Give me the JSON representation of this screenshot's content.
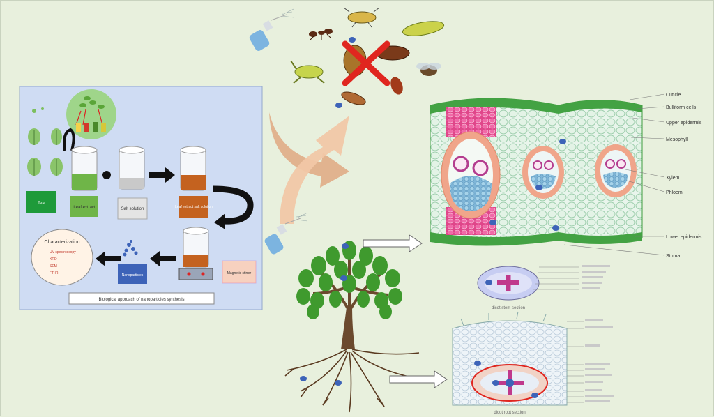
{
  "panel": {
    "step_tea": "Tea",
    "step_leaf_extract": "Leaf extract",
    "step_salt_solution": "Salt solution",
    "step_leaf_extract_salt": "Leaf extract salt solution",
    "step_magnetic_stirrer": "Magnetic stirrer",
    "step_nanoparticles": "Nanoparticles",
    "characterization_title": "Characterization",
    "characterization_items": [
      "UV spectroscopy",
      "XRD",
      "SEM",
      "FT-IR"
    ],
    "caption": "Biological approach of nanoparticles synthesis"
  },
  "leaf_labels": [
    "Cuticle",
    "Bulliform cells",
    "Upper epidermis",
    "Mesophyll",
    "Xylem",
    "Phloem",
    "Lower epidermis",
    "Stoma"
  ],
  "stem_caption": "dicot stem section",
  "root_caption": "dicot root section",
  "colors": {
    "background": "#e8f0dd",
    "panel": "#cfdcf3",
    "nanoparticle": "#3d63b8",
    "arrow": "#e0ac86",
    "cross": "#e0261f",
    "tree_leaf": "#3f9a2e",
    "trunk": "#6b4a2e"
  }
}
